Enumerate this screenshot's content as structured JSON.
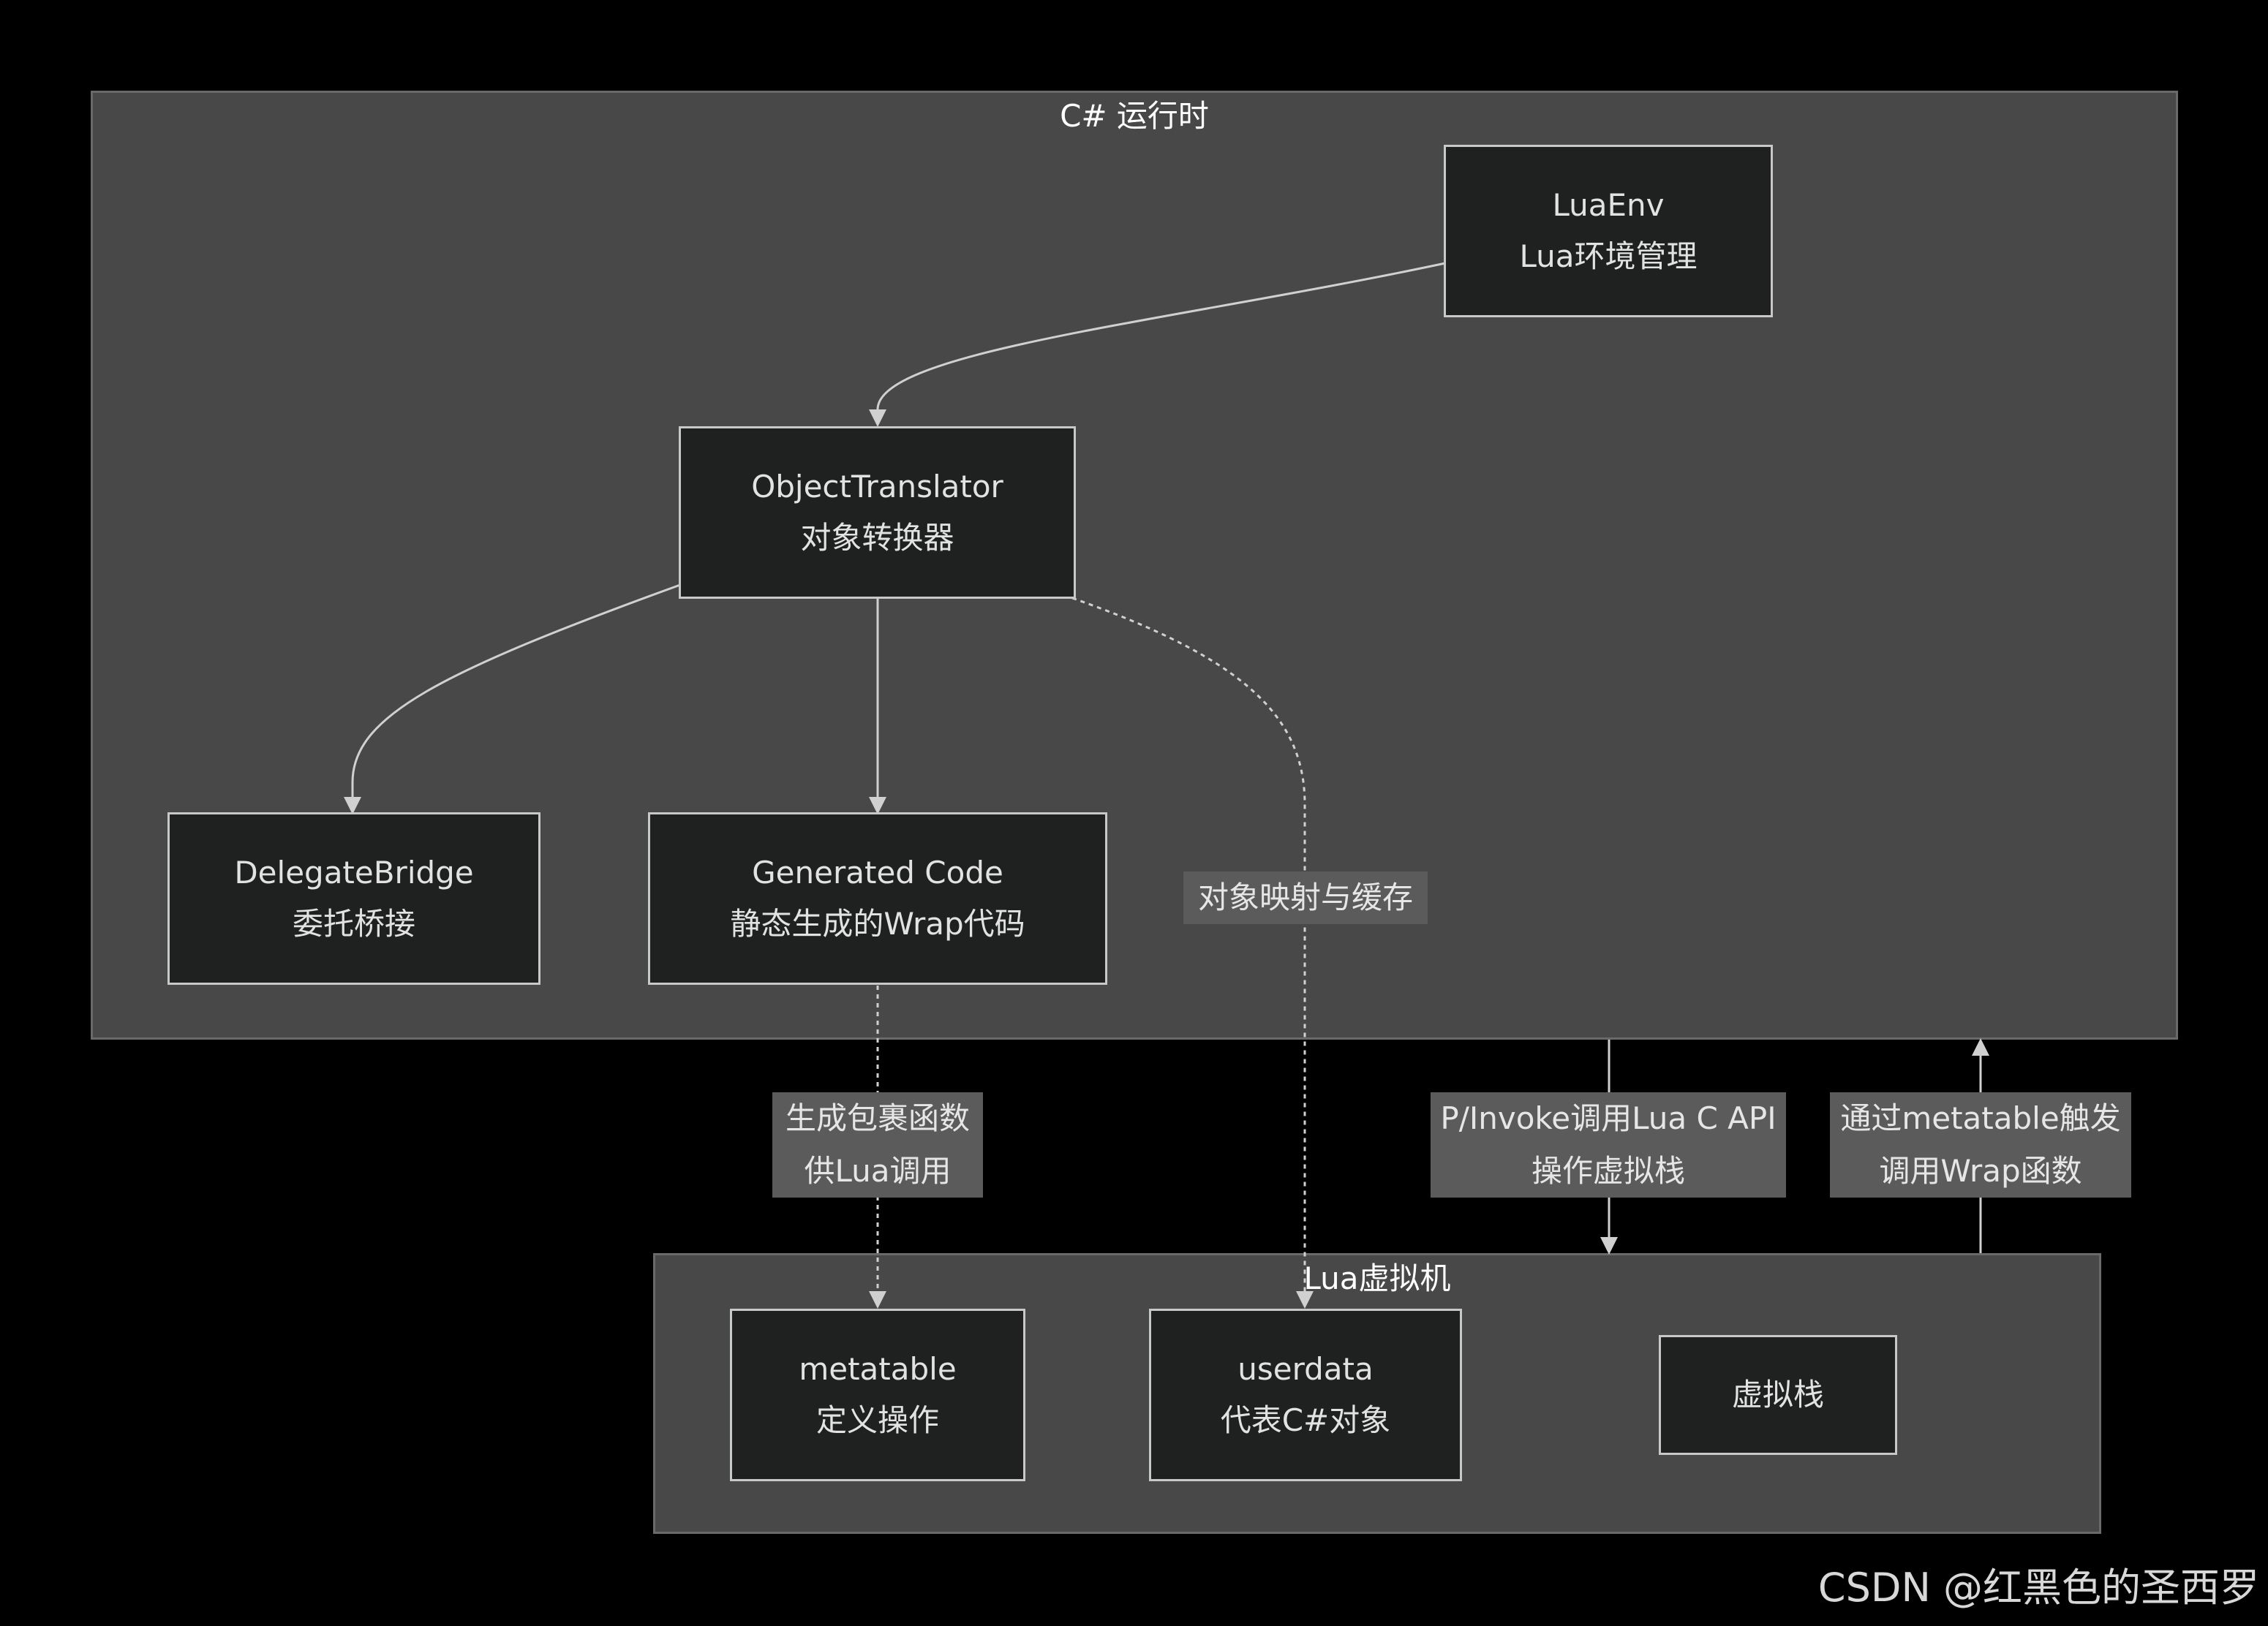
{
  "clusters": {
    "csharp_runtime": {
      "title": "C# 运行时"
    },
    "lua_vm": {
      "title": "Lua虚拟机"
    }
  },
  "nodes": {
    "luaenv": {
      "line1": "LuaEnv",
      "line2": "Lua环境管理"
    },
    "object_translator": {
      "line1": "ObjectTranslator",
      "line2": "对象转换器"
    },
    "delegate_bridge": {
      "line1": "DelegateBridge",
      "line2": "委托桥接"
    },
    "generated_code": {
      "line1": "Generated Code",
      "line2": "静态生成的Wrap代码"
    },
    "metatable": {
      "line1": "metatable",
      "line2": "定义操作"
    },
    "userdata": {
      "line1": "userdata",
      "line2": "代表C#对象"
    },
    "virtual_stack": {
      "line1": "虚拟栈"
    }
  },
  "edge_labels": {
    "object_mapping": {
      "line1": "对象映射与缓存"
    },
    "generate_wrap": {
      "line1": "生成包裹函数",
      "line2": "供Lua调用"
    },
    "pinvoke": {
      "line1": "P/Invoke调用Lua C API",
      "line2": "操作虚拟栈"
    },
    "metatable_trigger": {
      "line1": "通过metatable触发",
      "line2": "调用Wrap函数"
    }
  },
  "watermark": "CSDN @红黑色的圣西罗",
  "colors": {
    "background": "#000000",
    "cluster_fill": "#474847",
    "node_fill": "#1f2020",
    "edge_stroke": "#d0d0d0",
    "label_fill": "#5b5b5b"
  }
}
